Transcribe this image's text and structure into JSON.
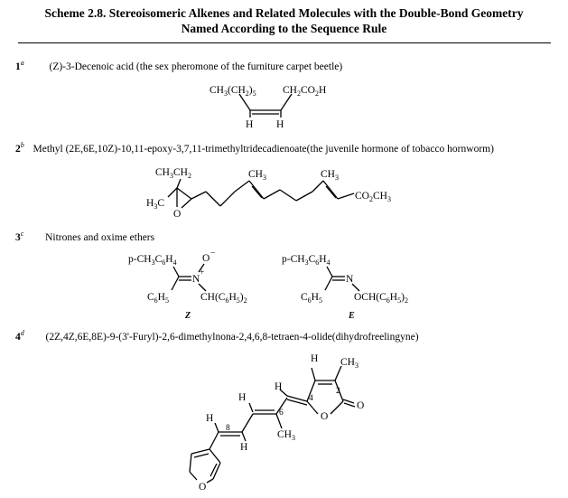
{
  "scheme": {
    "title_line1": "Scheme 2.8. Stereoisomeric Alkenes and Related Molecules with the Double-Bond Geometry",
    "title_line2": "Named According to the Sequence Rule"
  },
  "entries": [
    {
      "num": "1",
      "note": "a",
      "text": "(Z)-3-Decenoic acid (the sex pheromone of the furniture carpet beetle)"
    },
    {
      "num": "2",
      "note": "b",
      "text": "Methyl (2E,6E,10Z)-10,11-epoxy-3,7,11-trimethyltridecadienoate(the juvenile hormone of tobacco hornworm)"
    },
    {
      "num": "3",
      "note": "c",
      "text": "Nitrones and oxime ethers"
    },
    {
      "num": "4",
      "note": "d",
      "text": "(2Z,4Z,6E,8E)-9-(3'-Furyl)-2,6-dimethylnona-2,4,6,8-tetraen-4-olide(dihydrofreelingyne)"
    }
  ],
  "structures": {
    "s1": {
      "left_a": "CH",
      "left_sub1": "3",
      "left_b": "(CH",
      "left_sub2": "2",
      "left_c": ")",
      "left_sub3": "5",
      "right_a": "CH",
      "right_sub1": "2",
      "right_b": "CO",
      "right_sub2": "2",
      "right_c": "H",
      "h": "H"
    },
    "s2": {
      "ethyl_a": "CH",
      "ethyl_sub1": "3",
      "ethyl_b": "CH",
      "ethyl_sub2": "2",
      "methyl_a": "CH",
      "methyl_sub": "3",
      "h3c_a": "H",
      "h3c_sub": "3",
      "h3c_b": "C",
      "oxygen": "O",
      "ester_a": "CO",
      "ester_sub1": "2",
      "ester_b": "CH",
      "ester_sub2": "3"
    },
    "s3": {
      "aryl_a": "p-CH",
      "aryl_sub1": "3",
      "aryl_b": "C",
      "aryl_sub2": "6",
      "aryl_c": "H",
      "aryl_sub3": "4",
      "ph_a": "C",
      "ph_sub1": "6",
      "ph_b": "H",
      "ph_sub2": "5",
      "nitrogen": "N",
      "oxygen": "O",
      "minus": "−",
      "plus": "+",
      "nsub_a": "CH(C",
      "nsub_sub1": "6",
      "nsub_b": "H",
      "nsub_sub2": "5",
      "nsub_c": ")",
      "nsub_sub3": "2",
      "osub_a": "OCH(C",
      "osub_sub1": "6",
      "osub_b": "H",
      "osub_sub2": "5",
      "osub_c": ")",
      "osub_sub3": "2",
      "z_label": "Z",
      "e_label": "E"
    },
    "s4": {
      "h": "H",
      "methyl_a": "CH",
      "methyl_sub": "3",
      "oxygen": "O",
      "n2": "2",
      "n4": "4",
      "n6": "6",
      "n8": "8"
    }
  }
}
